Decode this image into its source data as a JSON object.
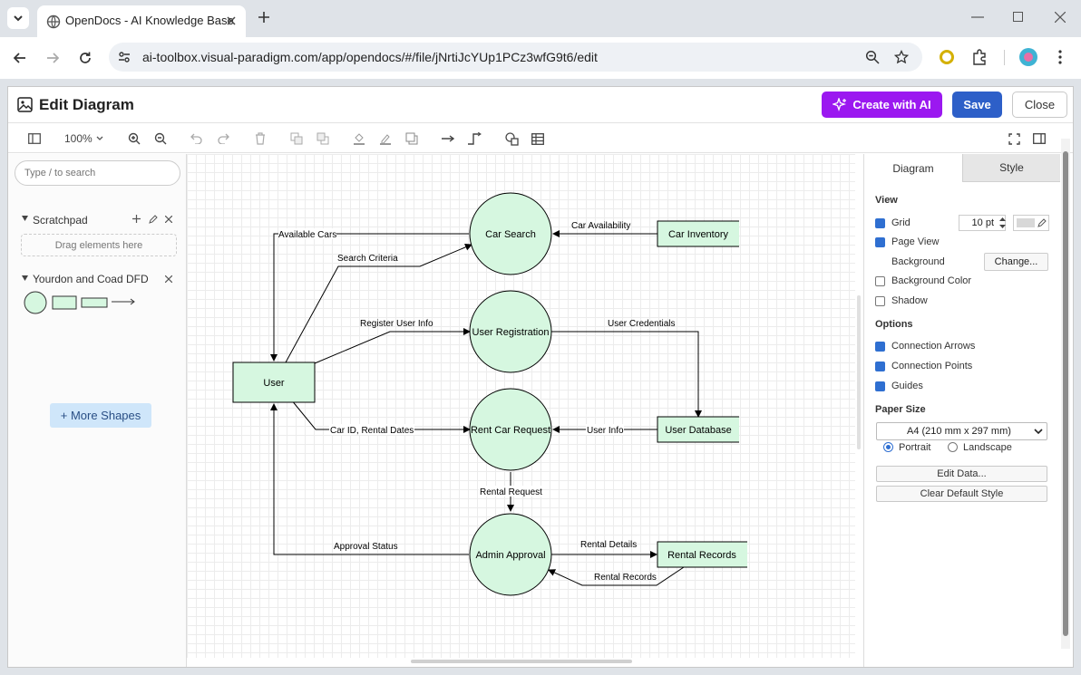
{
  "browser": {
    "tab_title": "OpenDocs - AI Knowledge Base",
    "url": "ai-toolbox.visual-paradigm.com/app/opendocs/#/file/jNrtiJcYUp1PCz3wfG9t6/edit"
  },
  "modal": {
    "title": "Edit Diagram",
    "create_ai_label": "Create with AI",
    "save_label": "Save",
    "close_label": "Close"
  },
  "toolbar": {
    "zoom": "100%"
  },
  "left_panel": {
    "search_placeholder": "Type / to search",
    "scratchpad_title": "Scratchpad",
    "scratchpad_hint": "Drag elements here",
    "library_title": "Yourdon and Coad DFD",
    "more_shapes_label": "+ More Shapes"
  },
  "diagram": {
    "nodes": {
      "car_search": "Car Search",
      "user_registration": "User Registration",
      "rent_car_request": "Rent Car Request",
      "admin_approval": "Admin Approval",
      "user": "User",
      "car_inventory": "Car Inventory",
      "user_database": "User Database",
      "rental_records": "Rental Records"
    },
    "flows": {
      "available_cars": "Available Cars",
      "car_availability": "Car Availability",
      "search_criteria": "Search Criteria",
      "register_user_info": "Register User Info",
      "user_credentials": "User Credentials",
      "car_id_rental_dates": "Car ID, Rental Dates",
      "user_info": "User Info",
      "rental_request": "Rental Request",
      "approval_status": "Approval Status",
      "rental_details": "Rental Details",
      "rental_records": "Rental Records"
    }
  },
  "right_panel": {
    "tab_diagram": "Diagram",
    "tab_style": "Style",
    "view_heading": "View",
    "grid_label": "Grid",
    "grid_size": "10 pt",
    "page_view_label": "Page View",
    "background_label": "Background",
    "change_button": "Change...",
    "background_color_label": "Background Color",
    "shadow_label": "Shadow",
    "options_heading": "Options",
    "connection_arrows_label": "Connection Arrows",
    "connection_points_label": "Connection Points",
    "guides_label": "Guides",
    "paper_size_heading": "Paper Size",
    "paper_size_value": "A4 (210 mm x 297 mm)",
    "portrait_label": "Portrait",
    "landscape_label": "Landscape",
    "edit_data_button": "Edit Data...",
    "clear_style_button": "Clear Default Style"
  },
  "colors": {
    "accent_purple": "#9b18f0",
    "save_blue": "#2d5fc8",
    "node_fill": "#d6f7e0"
  }
}
